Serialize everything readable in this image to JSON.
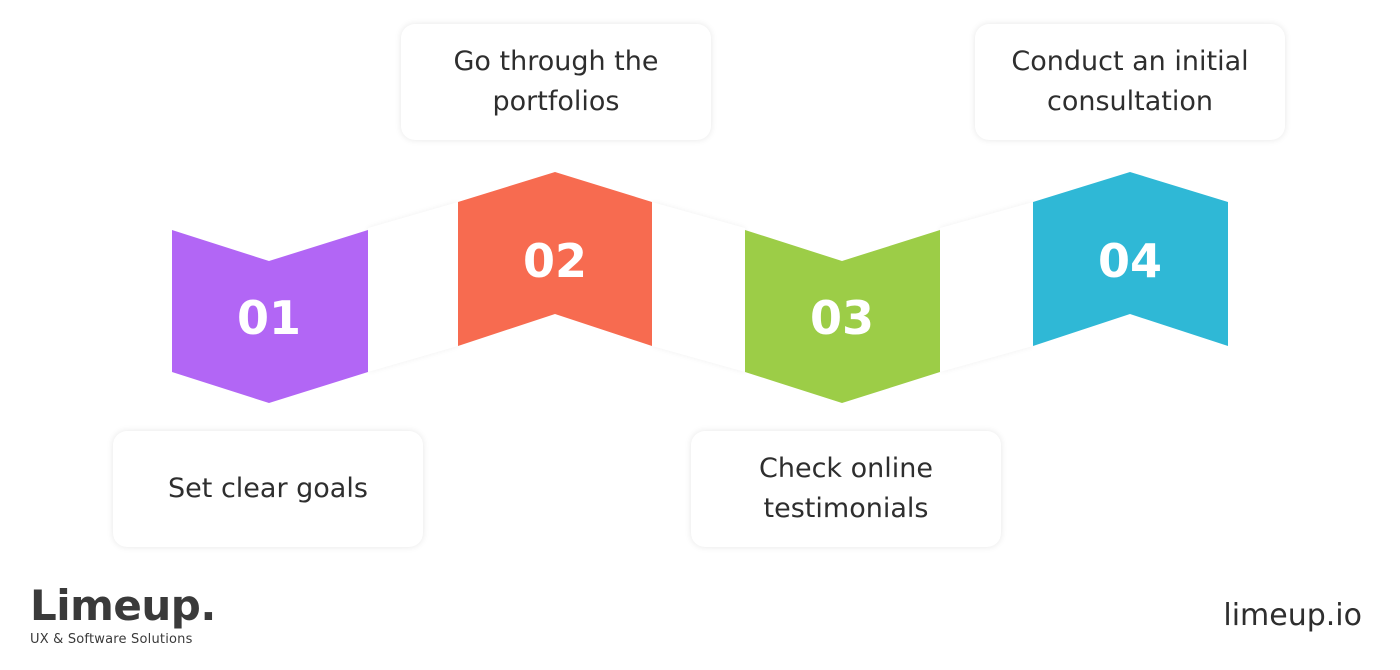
{
  "steps": [
    {
      "number": "01",
      "label": "Set clear goals",
      "color": "#b266f5"
    },
    {
      "number": "02",
      "label": "Go through the portfolios",
      "color": "#f76b50"
    },
    {
      "number": "03",
      "label": "Check online testimonials",
      "color": "#9ccd47"
    },
    {
      "number": "04",
      "label": "Conduct an initial consultation",
      "color": "#2fb8d6"
    }
  ],
  "brand": {
    "name": "Limeup.",
    "tagline": "UX & Software Solutions",
    "url": "limeup.io"
  }
}
